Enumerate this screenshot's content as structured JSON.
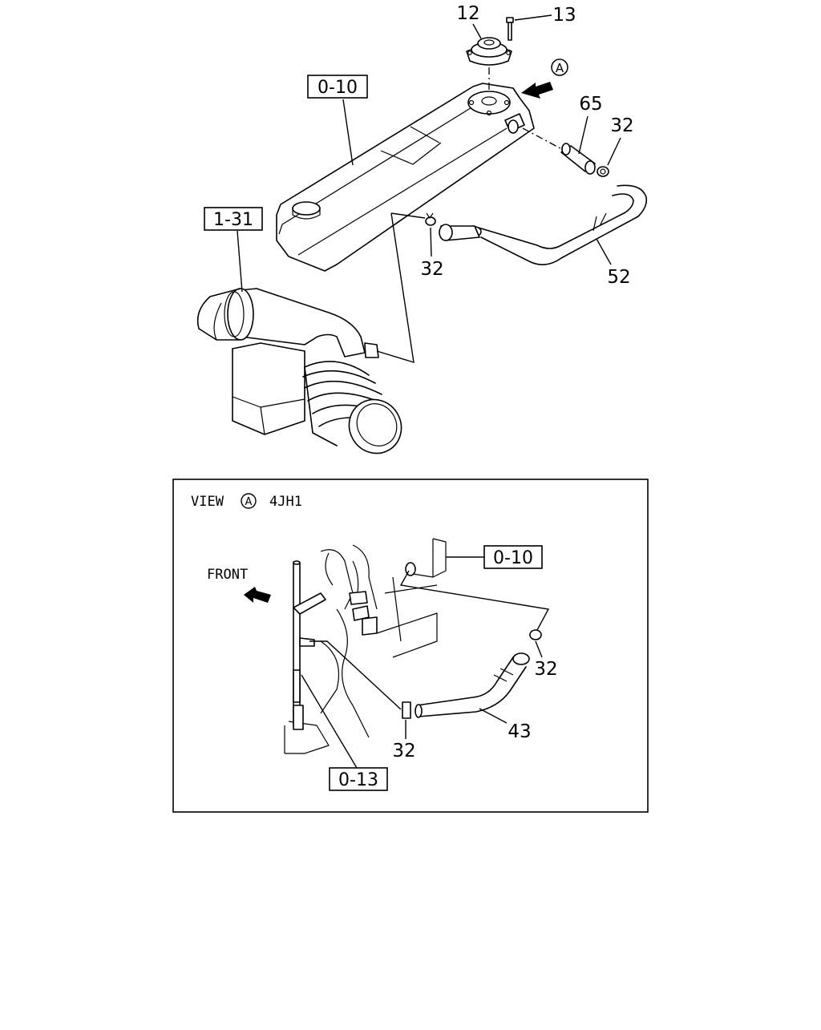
{
  "main_diagram": {
    "ref_box_cover": "0-10",
    "ref_box_intake": "1-31",
    "callouts": {
      "cap": "12",
      "cap_bolt": "13",
      "connector_65": "65",
      "clamp_upper": "32",
      "clamp_lower": "32",
      "hose": "52"
    },
    "view_marker": "A"
  },
  "inset_view": {
    "view_label": "VIEW",
    "view_marker": "A",
    "engine_code": "4JH1",
    "front_label": "FRONT",
    "ref_box_cover": "0-10",
    "ref_box_dipstick": "0-13",
    "callouts": {
      "clamp_right": "32",
      "clamp_left": "32",
      "hose": "43"
    }
  }
}
